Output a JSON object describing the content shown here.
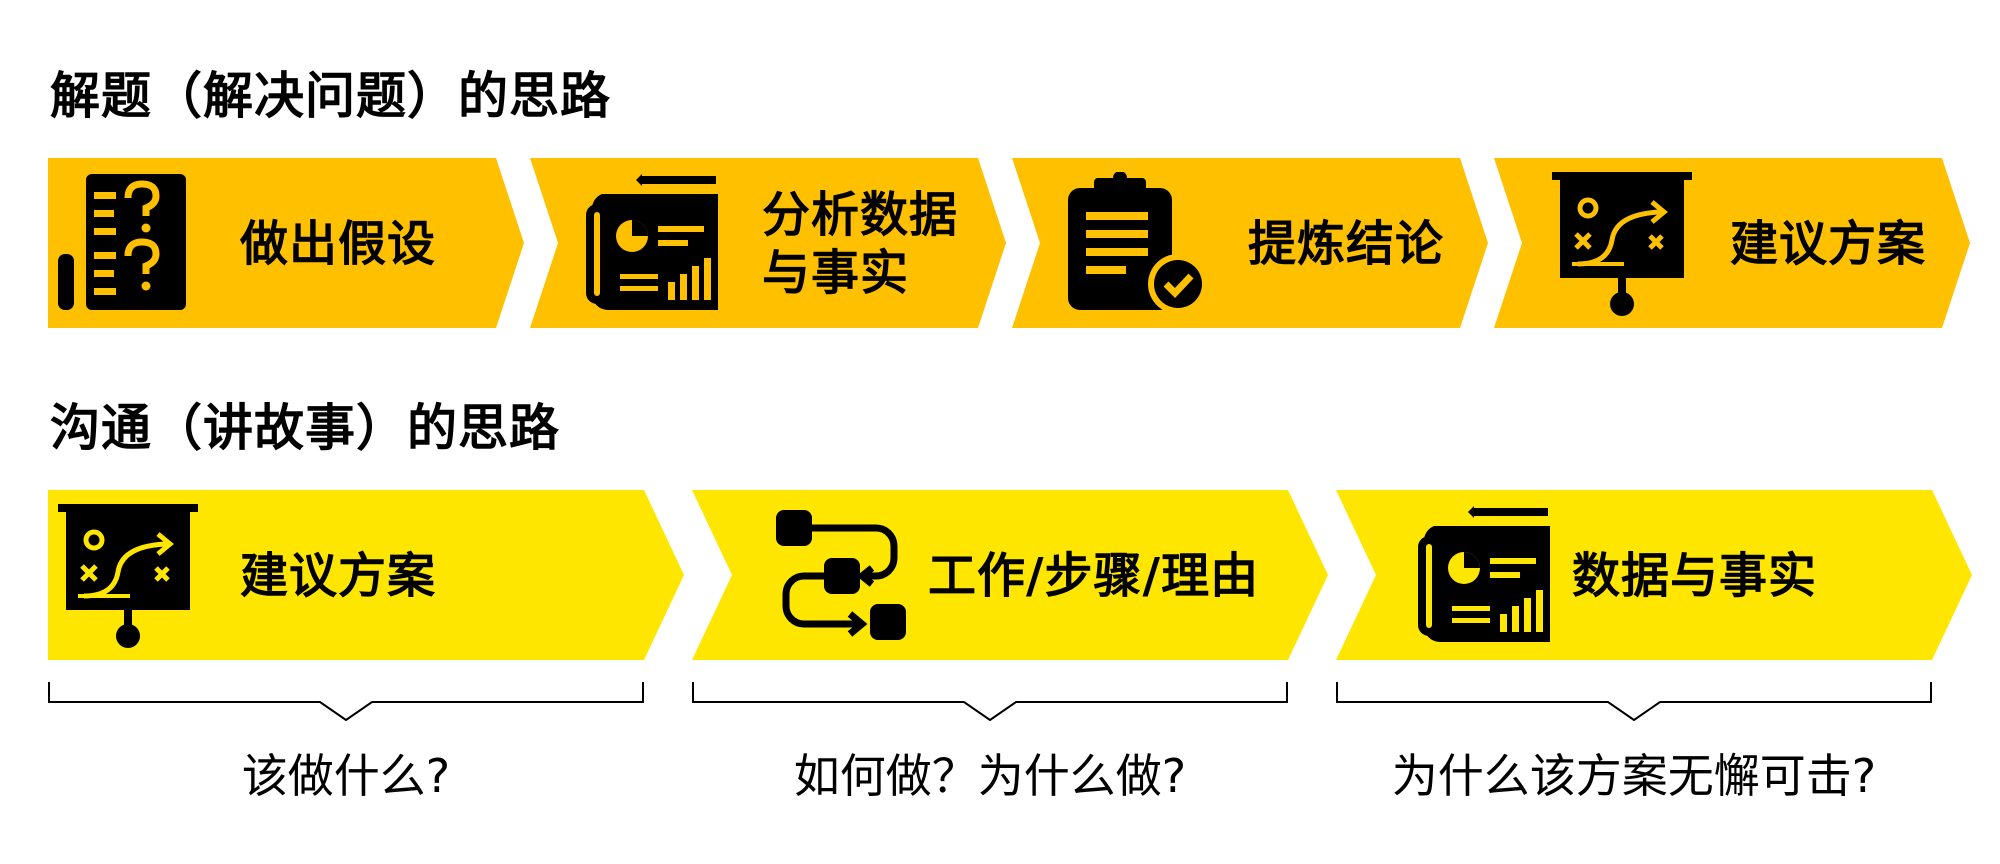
{
  "colors": {
    "row1_fill": "#FFC000",
    "row2_fill": "#FFE600",
    "icon_dark": "#000000",
    "icon_accent_row1": "#FFC000",
    "icon_accent_row2": "#FFE600"
  },
  "section1": {
    "title": "解题（解决问题）的思路",
    "steps": [
      {
        "label": "做出假设",
        "icon": "document-question-icon"
      },
      {
        "label": "分析数据\n与事实",
        "icon": "report-chart-icon"
      },
      {
        "label": "提炼结论",
        "icon": "clipboard-check-icon"
      },
      {
        "label": "建议方案",
        "icon": "strategy-board-icon"
      }
    ]
  },
  "section2": {
    "title": "沟通（讲故事）的思路",
    "steps": [
      {
        "label": "建议方案",
        "icon": "strategy-board-icon",
        "question": "该做什么?"
      },
      {
        "label": "工作/步骤/理由",
        "icon": "workflow-icon",
        "question": "如何做？为什么做?"
      },
      {
        "label": "数据与事实",
        "icon": "report-chart-icon",
        "question": "为什么该方案无懈可击?"
      }
    ]
  }
}
